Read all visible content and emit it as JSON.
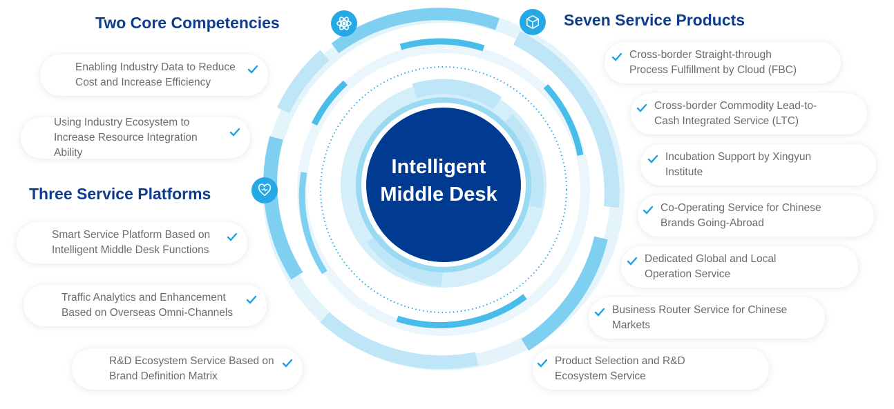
{
  "center": {
    "label": "Intelligent\nMiddle Desk"
  },
  "sections": {
    "core": {
      "title": "Two Core Competencies",
      "icon": "atom-icon",
      "items": [
        "Enabling Industry Data to Reduce\nCost and Increase Efficiency",
        "Using Industry Ecosystem to\nIncrease Resource Integration Ability"
      ]
    },
    "platforms": {
      "title": "Three Service Platforms",
      "icon": "heart-icon",
      "items": [
        "Smart Service Platform Based on\nIntelligent Middle Desk Functions",
        "Traffic Analytics and Enhancement\nBased on Overseas Omni-Channels",
        "R&D Ecosystem Service Based on\nBrand Definition Matrix"
      ]
    },
    "products": {
      "title": "Seven Service Products",
      "icon": "cube-icon",
      "items": [
        "Cross-border Straight-through\nProcess Fulfillment by Cloud (FBC)",
        "Cross-border Commodity Lead-to-\nCash Integrated Service (LTC)",
        "Incubation Support by Xingyun\nInstitute",
        "Co-Operating Service for Chinese\nBrands Going-Abroad",
        "Dedicated Global and Local\nOperation Service",
        "Business Router Service for Chinese\nMarkets",
        "Product Selection and R&D\nEcosystem Service"
      ]
    }
  },
  "colors": {
    "heading": "#0f3d8c",
    "center_fill": "#003b91",
    "accent": "#25a8e6",
    "check": "#1aa3e0",
    "ring_light": "#bfe6f7",
    "ring_mid": "#7fd0f0",
    "ring_strong": "#48bdea"
  }
}
